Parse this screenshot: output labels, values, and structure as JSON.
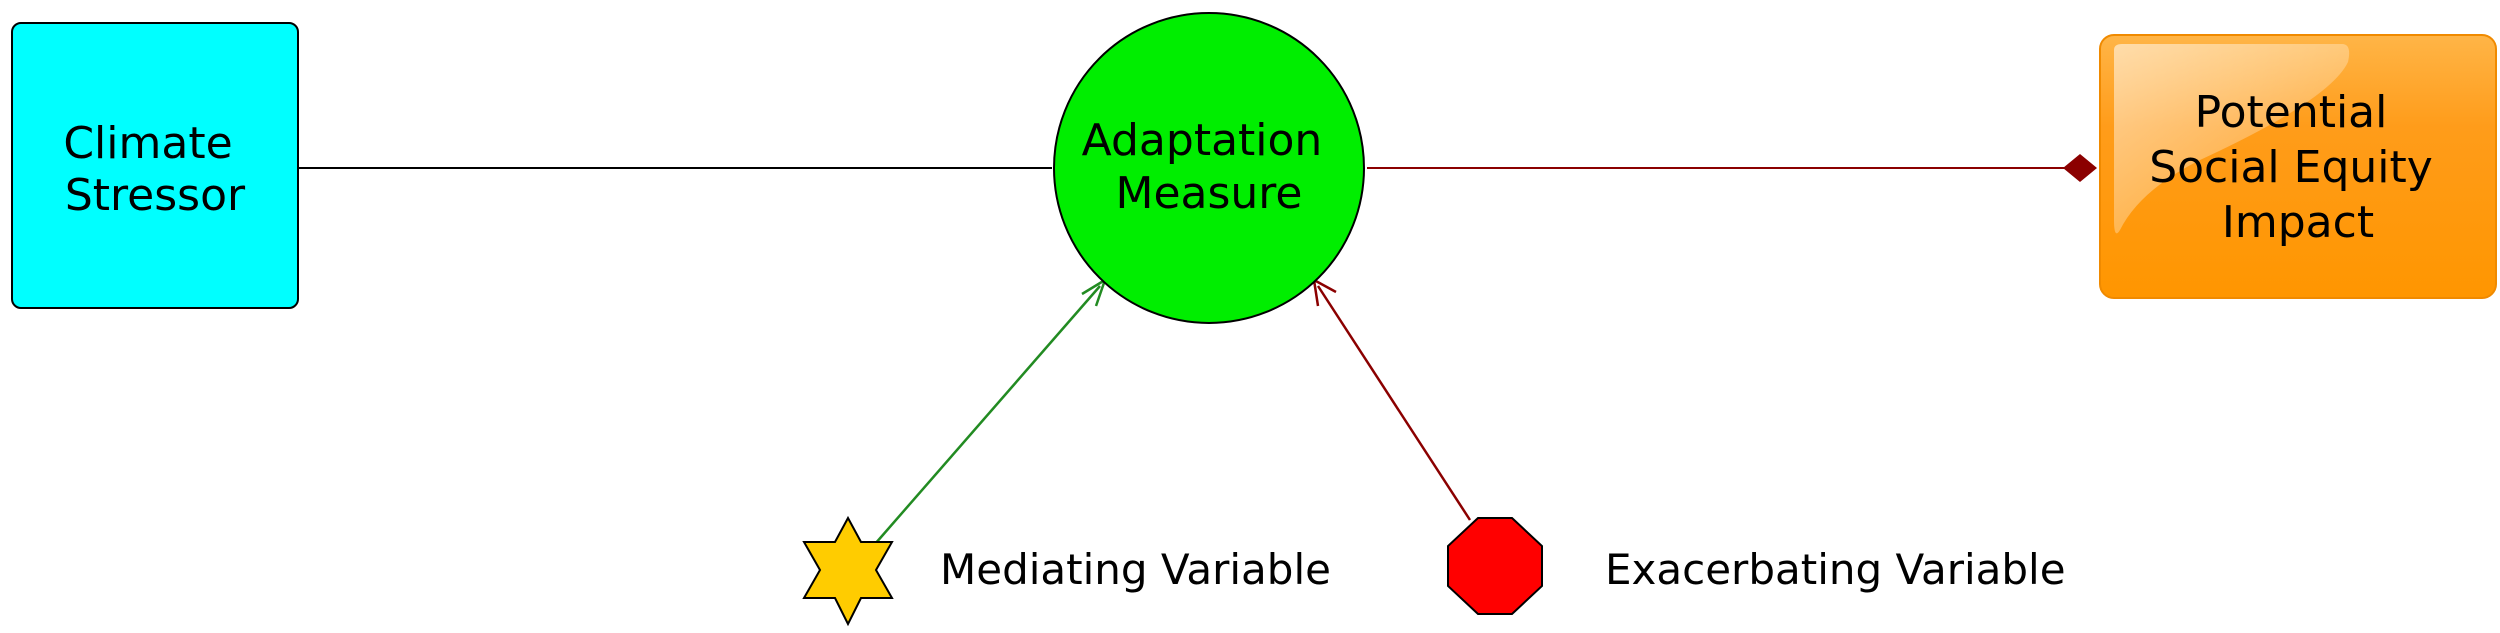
{
  "nodes": {
    "climate_stressor": {
      "label_lines": [
        "Climate",
        "Stressor"
      ],
      "fill": "#00FFFF"
    },
    "adaptation_measure": {
      "label_lines": [
        "Adaptation",
        "Measure"
      ],
      "fill": "#00EE00"
    },
    "social_equity_impact": {
      "label_lines": [
        "Potential",
        "Social Equity",
        "Impact"
      ],
      "fill": "#FF9900"
    }
  },
  "legend": {
    "mediating": {
      "label": "Mediating Variable",
      "fill": "#FFCC00",
      "arrow_color": "#228B22"
    },
    "exacerbating": {
      "label": "Exacerbating Variable",
      "fill": "#FF0000",
      "arrow_color": "#8B0000"
    }
  },
  "links": {
    "stressor_to_measure_color": "#000000",
    "measure_to_impact_color": "#8B0000"
  }
}
